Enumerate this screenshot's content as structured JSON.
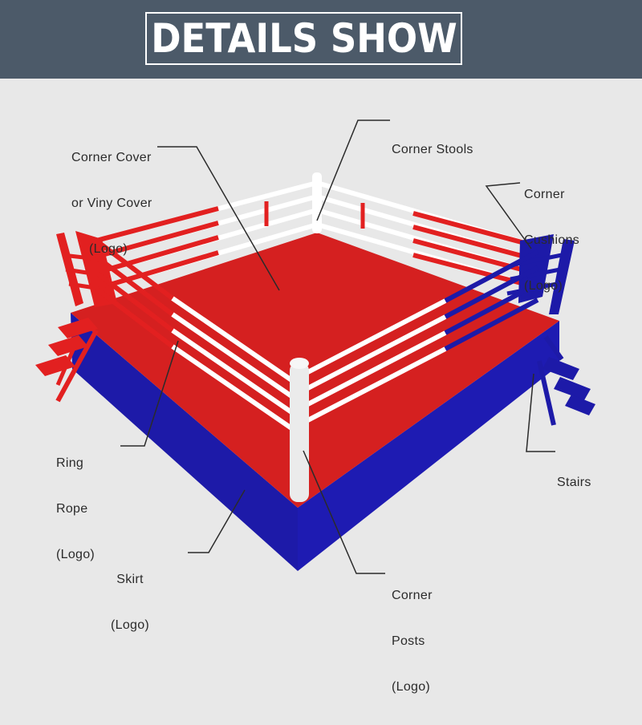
{
  "header": {
    "title": "DETAILS SHOW"
  },
  "colors": {
    "header_bg": "#4c5a69",
    "ring_red": "#d52020",
    "skirt_blue": "#1d1aa8",
    "rope_white": "#ffffff",
    "background": "#e8e8e8"
  },
  "labels": {
    "corner_cover": [
      "Corner Cover",
      "or Viny Cover",
      "(Logo)"
    ],
    "corner_stools": [
      "Corner Stools"
    ],
    "corner_cushions": [
      "Corner",
      "Cushions",
      "(Logo)"
    ],
    "ring_rope": [
      "Ring",
      "Rope",
      "(Logo)"
    ],
    "stairs": [
      "Stairs"
    ],
    "skirt": [
      "Skirt",
      "(Logo)"
    ],
    "corner_posts": [
      "Corner",
      "Posts",
      "(Logo)"
    ]
  }
}
